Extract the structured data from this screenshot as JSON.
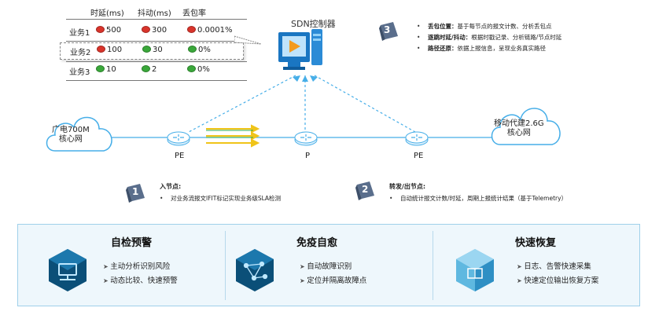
{
  "sla_table": {
    "headers": [
      "时延(ms)",
      "抖动(ms)",
      "丢包率"
    ],
    "rows": [
      {
        "name": "业务1",
        "latency": "500",
        "jitter": "300",
        "loss": "0.0001%",
        "latency_status": "red",
        "jitter_status": "red",
        "loss_status": "red"
      },
      {
        "name": "业务2",
        "latency": "100",
        "jitter": "30",
        "loss": "0%",
        "latency_status": "red",
        "jitter_status": "green",
        "loss_status": "green"
      },
      {
        "name": "业务3",
        "latency": "10",
        "jitter": "2",
        "loss": "0%",
        "latency_status": "green",
        "jitter_status": "green",
        "loss_status": "green"
      }
    ],
    "status_colors": {
      "red": "#d9342b",
      "green": "#3aa83a"
    }
  },
  "controller": {
    "title": "SDN控制器",
    "icon": "controller-monitor-icon"
  },
  "controller_points": {
    "step_number": "3",
    "items": [
      {
        "key": "丢包位置：",
        "text": "基于每节点的报文计数、分析丢包点"
      },
      {
        "key": "逐跳时延/抖动：",
        "text": "根据时戳记录、分析链路/节点时延"
      },
      {
        "key": "路径还原：",
        "text": "依据上报信息，呈现业务真实路径"
      }
    ]
  },
  "network": {
    "left_cloud": {
      "line1": "广电700M",
      "line2": "核心网"
    },
    "right_cloud": {
      "line1": "移动代建2.6G",
      "line2": "核心网"
    },
    "routers": [
      {
        "label": "PE"
      },
      {
        "label": "P"
      },
      {
        "label": "PE"
      }
    ]
  },
  "ingress_node": {
    "step_number": "1",
    "title": "入节点:",
    "items": [
      "对业务流报文IFIT标记实现业务级SLA检测"
    ]
  },
  "transit_node": {
    "step_number": "2",
    "title": "转发/出节点:",
    "items": [
      "自动统计报文计数/时延，周期上报统计结果（基于Telemetry）"
    ]
  },
  "capabilities": [
    {
      "title": "自检预警",
      "icon": "network-monitor-icon",
      "items": [
        "主动分析识别风险",
        "动态比较、快速预警"
      ]
    },
    {
      "title": "免疫自愈",
      "icon": "mesh-network-icon",
      "items": [
        "自动故障识别",
        "定位并隔离故障点"
      ]
    },
    {
      "title": "快速恢复",
      "icon": "cube-recovery-icon",
      "items": [
        "日志、告警快速采集",
        "快速定位输出恢复方案"
      ]
    }
  ],
  "colors": {
    "accent": "#1f8fd1",
    "flow": "#f0c419",
    "panel_bg": "#eef7fc",
    "hex_dark": "#0b4f78"
  }
}
